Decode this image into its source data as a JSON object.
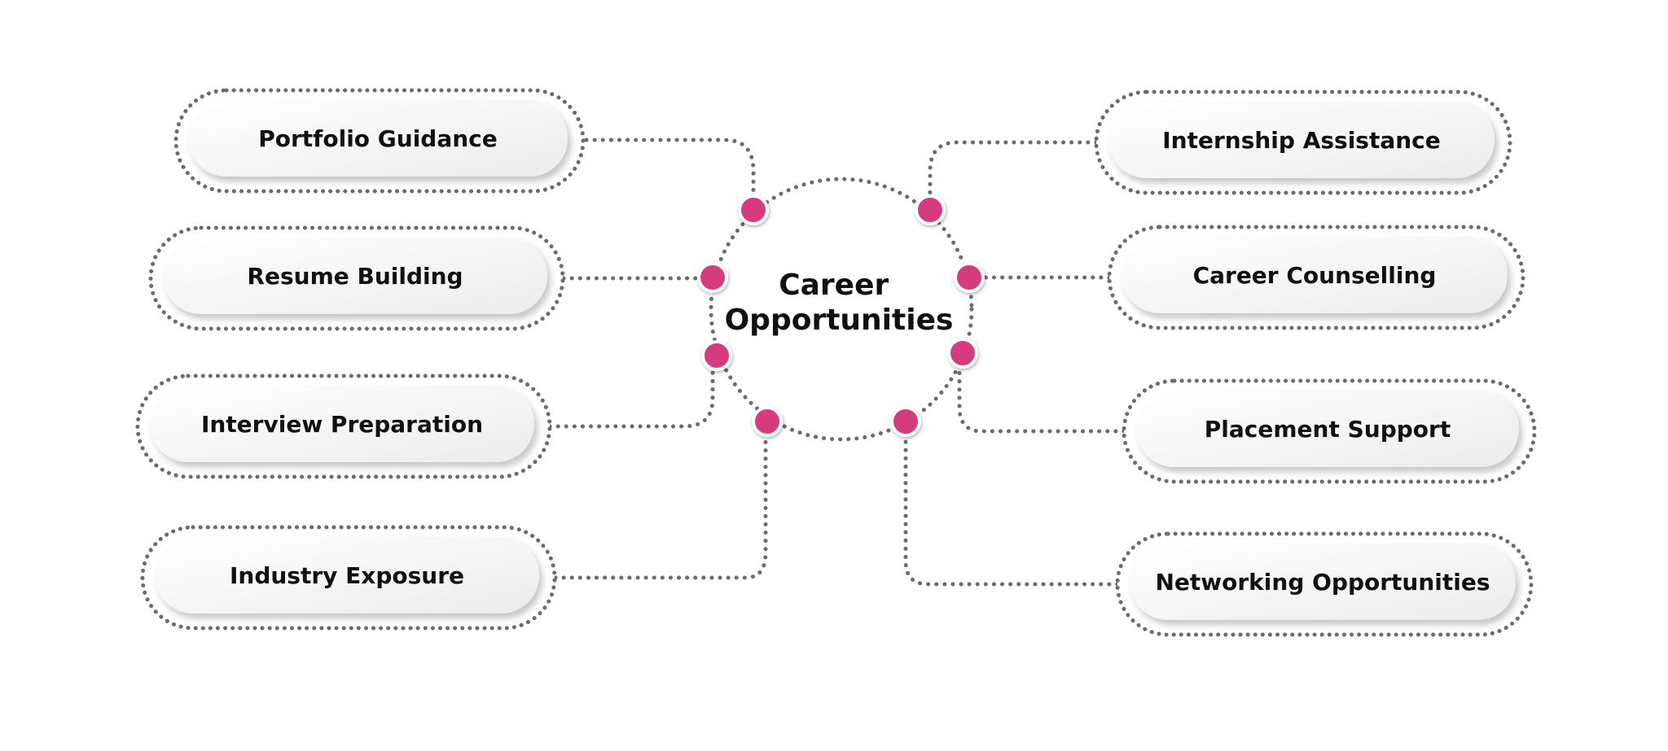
{
  "center": {
    "line1": "Career",
    "line2": "Opportunities"
  },
  "nodes": [
    {
      "label": "Portfolio Guidance"
    },
    {
      "label": "Resume Building"
    },
    {
      "label": "Interview Preparation"
    },
    {
      "label": "Industry Exposure"
    },
    {
      "label": "Internship Assistance"
    },
    {
      "label": "Career Counselling"
    },
    {
      "label": "Placement Support"
    },
    {
      "label": "Networking Opportunities"
    }
  ],
  "colors": {
    "connector_dot": "#d63a7f",
    "dotted_line": "#6b6b6b",
    "pill_fill": "#f3f3f3",
    "text": "#111111"
  }
}
